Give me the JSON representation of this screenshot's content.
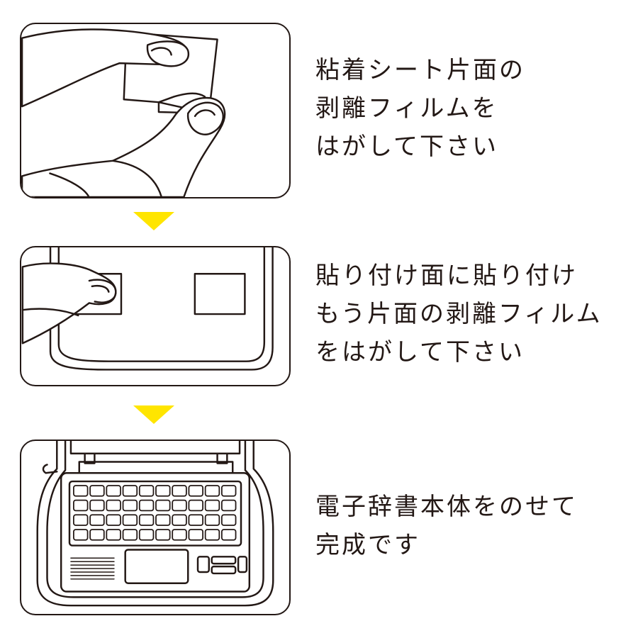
{
  "colors": {
    "ink": "#231815",
    "arrow": "#FFE500",
    "background": "#FFFFFF"
  },
  "steps": [
    {
      "lines": [
        "粘着シート片面の",
        "剥離フィルムを",
        "はがして下さい"
      ]
    },
    {
      "lines": [
        "貼り付け面に貼り付け",
        "もう片面の剥離フィルム",
        "をはがして下さい"
      ]
    },
    {
      "lines": [
        "電子辞書本体をのせて",
        "完成です"
      ]
    }
  ],
  "arrows": [
    {
      "icon": "down-triangle-icon"
    },
    {
      "icon": "down-triangle-icon"
    }
  ]
}
